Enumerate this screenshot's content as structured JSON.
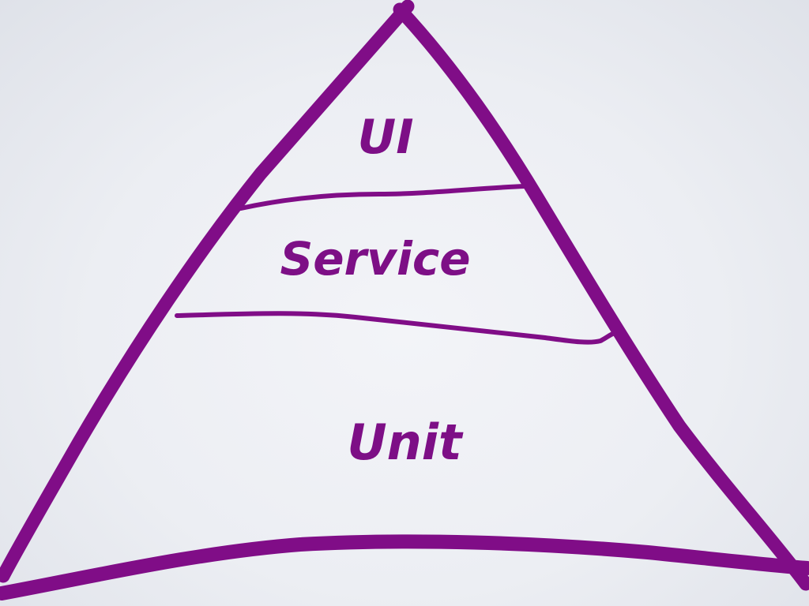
{
  "diagram": {
    "levels": [
      {
        "label": "UI"
      },
      {
        "label": "Service"
      },
      {
        "label": "Unit"
      }
    ],
    "stroke_color": "#800d87"
  }
}
